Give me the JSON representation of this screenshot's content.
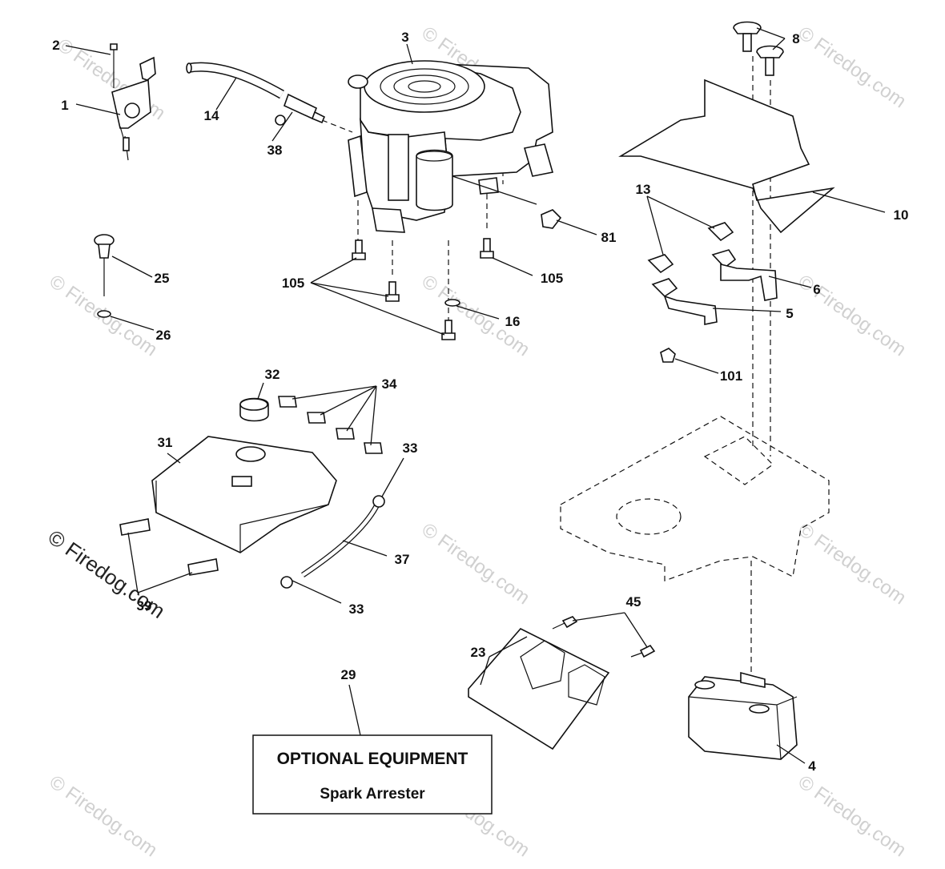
{
  "watermark": {
    "text": "© Firedog.com",
    "prominent_text": "© Firedog.com"
  },
  "callouts": {
    "c1": "1",
    "c2": "2",
    "c3": "3",
    "c4": "4",
    "c5": "5",
    "c6": "6",
    "c8": "8",
    "c10": "10",
    "c13": "13",
    "c14": "14",
    "c16": "16",
    "c23": "23",
    "c25": "25",
    "c26": "26",
    "c29": "29",
    "c31": "31",
    "c32": "32",
    "c33a": "33",
    "c33b": "33",
    "c34": "34",
    "c37": "37",
    "c38": "38",
    "c39": "39",
    "c45": "45",
    "c81": "81",
    "c101": "101",
    "c105a": "105",
    "c105b": "105"
  },
  "optional_box": {
    "title": "OPTIONAL EQUIPMENT",
    "subtitle": "Spark Arrester"
  }
}
